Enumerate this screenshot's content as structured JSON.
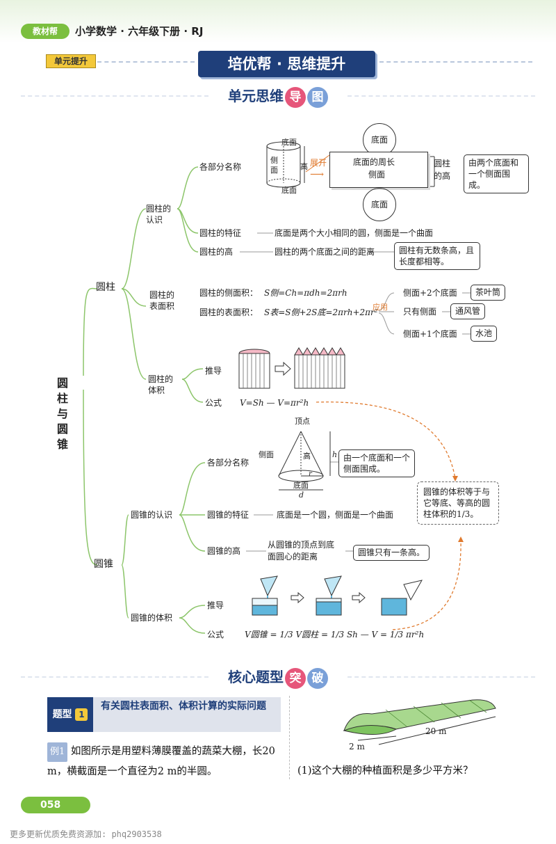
{
  "header": {
    "logo": "教材帮",
    "book": "小学数学 · 六年级下册 · RJ"
  },
  "unit_tag": "单元提升",
  "banner": "培优帮 · 思维提升",
  "section1": {
    "title": "单元思维",
    "badge1": "导",
    "badge2": "图"
  },
  "root": "圆柱与圆锥",
  "cyl": {
    "label": "圆柱",
    "recog": "圆柱的认识",
    "parts": "各部分名称",
    "fig_top": "底面",
    "fig_side": "侧面",
    "fig_h": "高",
    "fig_bottom": "底面",
    "unfold": "展开",
    "rect_top": "底面",
    "rect_mid1": "底面的周长",
    "rect_mid2": "侧面",
    "rect_bottom": "底面",
    "rect_h": "圆柱的高",
    "parts_note": "由两个底面和一个侧面围成。",
    "feature": "圆柱的特征",
    "feature_text": "底面是两个大小相同的圆，侧面是一个曲面",
    "height": "圆柱的高",
    "height_text": "圆柱的两个底面之间的距离",
    "height_note": "圆柱有无数条高，且长度都相等。",
    "area": "圆柱的表面积",
    "side_area_label": "圆柱的侧面积：",
    "side_area_formula": "S侧=Ch=πdh=2πrh",
    "surf_label": "圆柱的表面积：",
    "surf_formula": "S表=S侧+2S底=2πrh+2πr²",
    "apply": "应用",
    "app1": "侧面+2个底面",
    "app1_ex": "茶叶筒",
    "app2": "只有侧面",
    "app2_ex": "通风管",
    "app3": "侧面+1个底面",
    "app3_ex": "水池",
    "volume": "圆柱的体积",
    "derive": "推导",
    "formula_label": "公式",
    "vol_formula": "V=Sh — V=πr²h"
  },
  "cone": {
    "label": "圆锥",
    "recog": "圆锥的认识",
    "parts": "各部分名称",
    "fig_apex": "顶点",
    "fig_side": "侧面",
    "fig_h": "高",
    "fig_hv": "h",
    "fig_r": "r",
    "fig_base": "底面",
    "fig_d": "d",
    "parts_note": "由一个底面和一个侧面围成。",
    "feature": "圆锥的特征",
    "feature_text": "底面是一个圆，侧面是一个曲面",
    "height": "圆锥的高",
    "height_text1": "从圆锥的顶点到底",
    "height_text2": "面圆心的距离",
    "height_note": "圆锥只有一条高。",
    "volume": "圆锥的体积",
    "derive": "推导",
    "formula_label": "公式",
    "vol_formula": "V圆锥 = 1/3 V圆柱 = 1/3 Sh — V = 1/3 πr²h",
    "relation": "圆锥的体积等于与它等底、等高的圆柱体积的1/3。"
  },
  "section2": {
    "title": "核心题型",
    "badge1": "突",
    "badge2": "破"
  },
  "question": {
    "tag": "题型",
    "num": "1",
    "title": "有关圆柱表面积、体积计算的实际问题",
    "ex_tag": "例1",
    "ex_text": "如图所示是用塑料薄膜覆盖的蔬菜大棚，长20 m，横截面是一个直径为2 m的半圆。",
    "sub1": "(1)这个大棚的种植面积是多少平方米？",
    "len_label": "20 m",
    "width_label": "2 m"
  },
  "page_num": "058",
  "footer": "更多更新优质免费资源加: phq2903538",
  "colors": {
    "navy": "#1f3f7a",
    "green": "#7bbf3f",
    "orange": "#e07a2e",
    "pink": "#e6567a"
  }
}
